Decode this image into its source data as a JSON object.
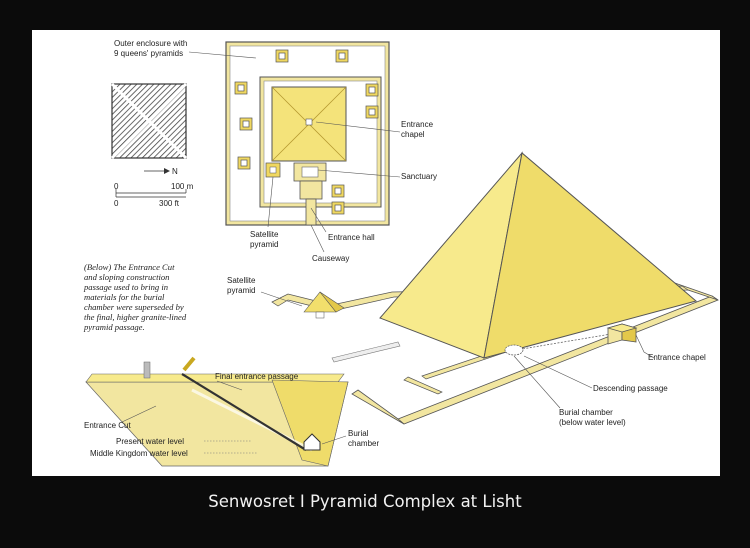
{
  "caption": "Senwosret I Pyramid Complex at Lisht",
  "plan": {
    "outer_enclosure_label": [
      "Outer enclosure with",
      "9 queens' pyramids"
    ],
    "entrance_chapel_label": [
      "Entrance",
      "chapel"
    ],
    "sanctuary_label": "Sanctuary",
    "satellite_pyramid_label": [
      "Satellite",
      "pyramid"
    ],
    "entrance_hall_label": "Entrance hall",
    "causeway_label": "Causeway",
    "north_label": "N",
    "scale_zero_top": "0",
    "scale_zero_bottom": "0",
    "scale_meters": "100 m",
    "scale_feet": "300 ft"
  },
  "note": {
    "lines": [
      "(Below) The Entrance Cut",
      "and sloping construction",
      "passage used to bring in",
      "materials for the burial",
      "chamber were superseded by",
      "the final, higher granite-lined",
      "pyramid passage."
    ]
  },
  "perspective": {
    "satellite_pyramid_label": [
      "Satellite",
      "pyramid"
    ],
    "entrance_chapel_label": "Entrance chapel",
    "descending_passage_label": "Descending passage",
    "burial_chamber_label": [
      "Burial chamber",
      "(below water level)"
    ]
  },
  "section": {
    "final_entrance_passage_label": "Final entrance passage",
    "entrance_cut_label": "Entrance Cut",
    "burial_chamber_label": [
      "Burial",
      "chamber"
    ],
    "present_water_label": "Present water level",
    "middle_kingdom_water_label": "Middle Kingdom water level"
  },
  "colors": {
    "sand": "#f2e6a0",
    "pyramid_light": "#f7ea8c",
    "pyramid_mid": "#efdc6a",
    "pyramid_dark": "#e3c84a",
    "line": "#555555"
  }
}
